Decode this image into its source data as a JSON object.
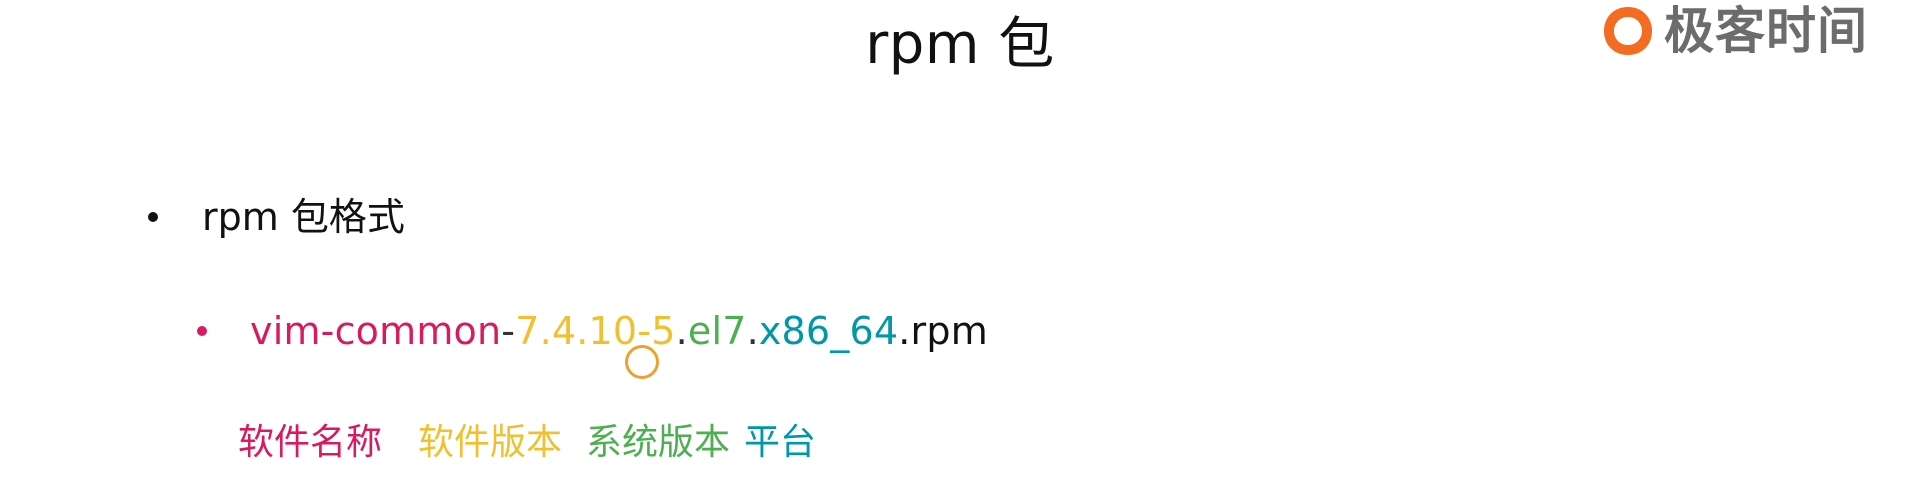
{
  "slide": {
    "title": "rpm 包",
    "brand": {
      "name": "极客时间",
      "logo_icon": "geektime-logo-icon",
      "logo_color": "#f36c21"
    }
  },
  "bullets": [
    {
      "level": 1,
      "text": "rpm 包格式"
    },
    {
      "level": 2,
      "package": {
        "name": "vim-common",
        "sep1": "-",
        "version": "7.4.10-5",
        "dot1": ".",
        "release": "el7",
        "dot2": ".",
        "arch": "x86_64",
        "ext": ".rpm"
      }
    }
  ],
  "labels": {
    "name": "软件名称",
    "version": "软件版本",
    "release": "系统版本",
    "arch": "平台"
  },
  "colors": {
    "name": "#d81b60",
    "version": "#f0c030",
    "release": "#4caf50",
    "arch": "#0097a7",
    "cursor_ring": "#f0a030"
  }
}
